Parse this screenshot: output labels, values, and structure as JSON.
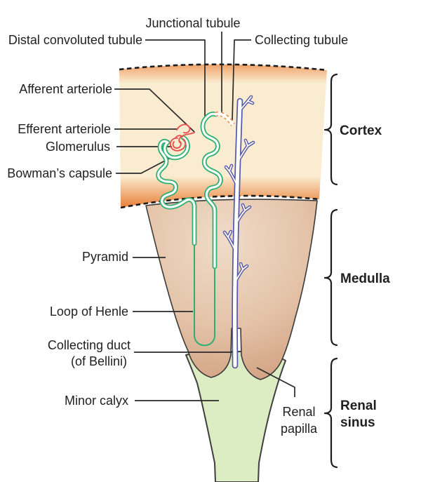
{
  "diagram": {
    "subject": "nephron-in-kidney",
    "labels": {
      "junctional_tubule": "Junctional tubule",
      "distal_convoluted_tubule": "Distal convoluted tubule",
      "collecting_tubule": "Collecting tubule",
      "afferent_arteriole": "Afferent arteriole",
      "efferent_arteriole": "Efferent arteriole",
      "glomerulus": "Glomerulus",
      "bowmans_capsule": "Bowman’s capsule",
      "pyramid": "Pyramid",
      "loop_of_henle": "Loop of Henle",
      "collecting_duct_line1": "Collecting duct",
      "collecting_duct_line2": "(of Bellini)",
      "minor_calyx": "Minor calyx",
      "renal_papilla_line1": "Renal",
      "renal_papilla_line2": "papilla"
    },
    "regions": {
      "cortex": "Cortex",
      "medulla": "Medulla",
      "renal_sinus_line1": "Renal",
      "renal_sinus_line2": "sinus"
    },
    "colors": {
      "cortex_orange": "#ec8e4c",
      "cortex_cream": "#faecd0",
      "medulla_center": "#f0dcc9",
      "medulla_edge": "#cf9d7c",
      "calyx_green": "#dcecc3",
      "tubule_green": "#2fb071",
      "duct_blue": "#5456a6",
      "arteriole_red": "#e94f4f",
      "outline_dark": "#3b3b3b",
      "leader_black": "#2a2a2a",
      "junctional_dash_orange": "#e8904e"
    }
  }
}
